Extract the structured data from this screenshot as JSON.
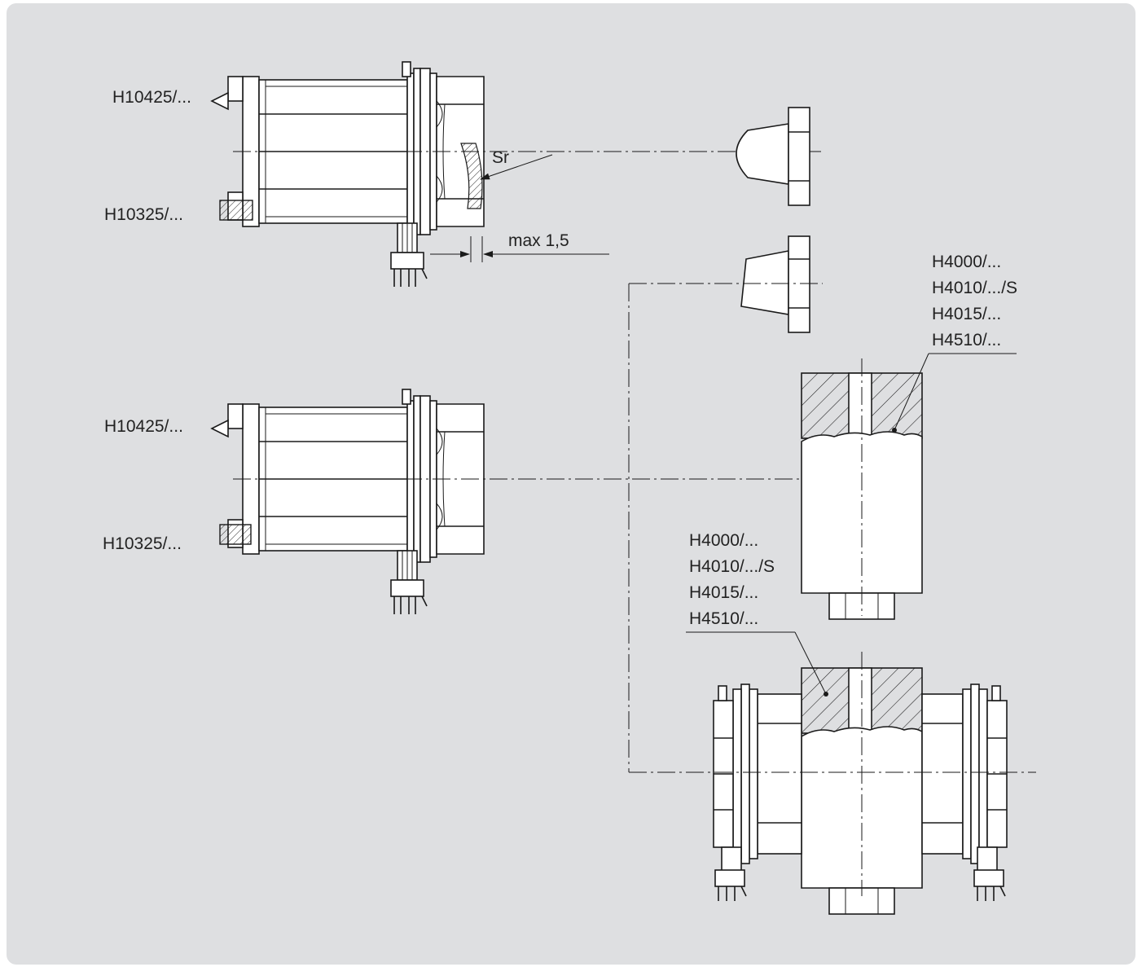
{
  "labels": {
    "top_sensor_tip": "H10425/...",
    "top_sensor_thermo": "H10325/...",
    "mid_sensor_tip": "H10425/...",
    "mid_sensor_thermo": "H10325/...",
    "surface_symbol": "Sr",
    "gap_dimension": "max 1,5",
    "fitting_upper": [
      "H4000/...",
      "H4010/.../S",
      "H4015/...",
      "H4510/..."
    ],
    "fitting_lower": [
      "H4000/...",
      "H4010/.../S",
      "H4015/...",
      "H4510/..."
    ]
  },
  "colors": {
    "panel_bg": "#dedfe1",
    "line": "#1a1a1a",
    "part_fill": "#ffffff"
  }
}
